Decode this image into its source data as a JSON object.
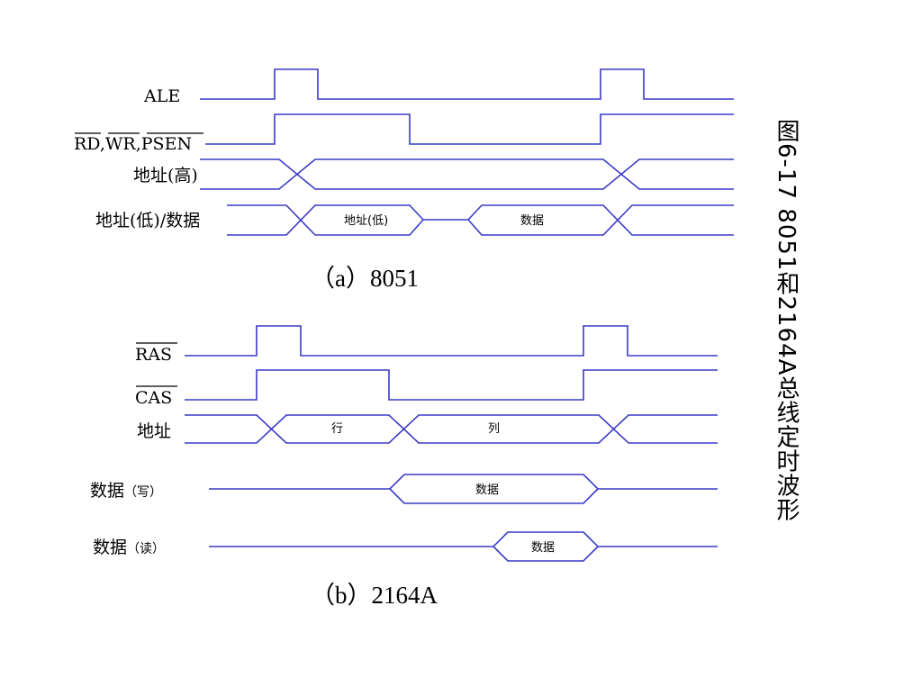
{
  "figure_title": "图6-17  8051和2164A总线定时波形",
  "part_a": {
    "caption": "（a）8051",
    "signals": {
      "ale": "ALE",
      "rd_wr_psen": "RD,WR,PSEN",
      "addr_high": "地址(高)",
      "addr_low_data": "地址(低)/数据"
    },
    "segments": {
      "addr_low": "地址(低)",
      "data": "数据"
    }
  },
  "part_b": {
    "caption": "（b）2164A",
    "signals": {
      "ras": "RAS",
      "cas": "CAS",
      "address": "地址",
      "data_write_main": "数据",
      "data_write_note": "（写）",
      "data_read_main": "数据",
      "data_read_note": "（读）"
    },
    "segments": {
      "row": "行",
      "col": "列",
      "data_write": "数据",
      "data_read": "数据"
    }
  },
  "colors": {
    "waveform": "#3a3ac8",
    "text": "#000000",
    "background": "#ffffff"
  }
}
